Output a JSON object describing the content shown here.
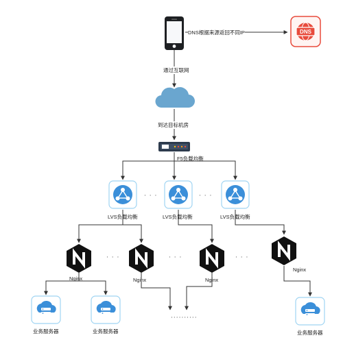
{
  "nodes": {
    "phone": {
      "label": ""
    },
    "dns": {
      "label": "DNS"
    },
    "cloud": {
      "label": ""
    },
    "f5": {
      "label": "F5负载均衡"
    },
    "lvs": [
      {
        "label": "LVS负载均衡"
      },
      {
        "label": "LVS负载均衡"
      },
      {
        "label": "LVS负载均衡"
      }
    ],
    "nginx": [
      {
        "label": "Nginx"
      },
      {
        "label": "Nginx"
      },
      {
        "label": "Nginx"
      },
      {
        "label": "Nginx"
      }
    ],
    "servers": [
      {
        "label": "业务服务器"
      },
      {
        "label": "业务服务器"
      },
      {
        "label": "业务服务器"
      }
    ]
  },
  "edges": {
    "phone_to_dns": "DNS根据来源返回不同IP",
    "phone_to_cloud": "通过互联网",
    "cloud_to_f5": "到达目标机房"
  },
  "ellipsis": {
    "short": "· · ·",
    "long": "··········"
  },
  "colors": {
    "lvs_blue": "#3b8fd9",
    "lvs_border": "#9fd4f2",
    "nginx_black": "#111111",
    "cloud_blue": "#6aa6cf",
    "dns_red": "#e84b3c",
    "line": "#333333"
  }
}
